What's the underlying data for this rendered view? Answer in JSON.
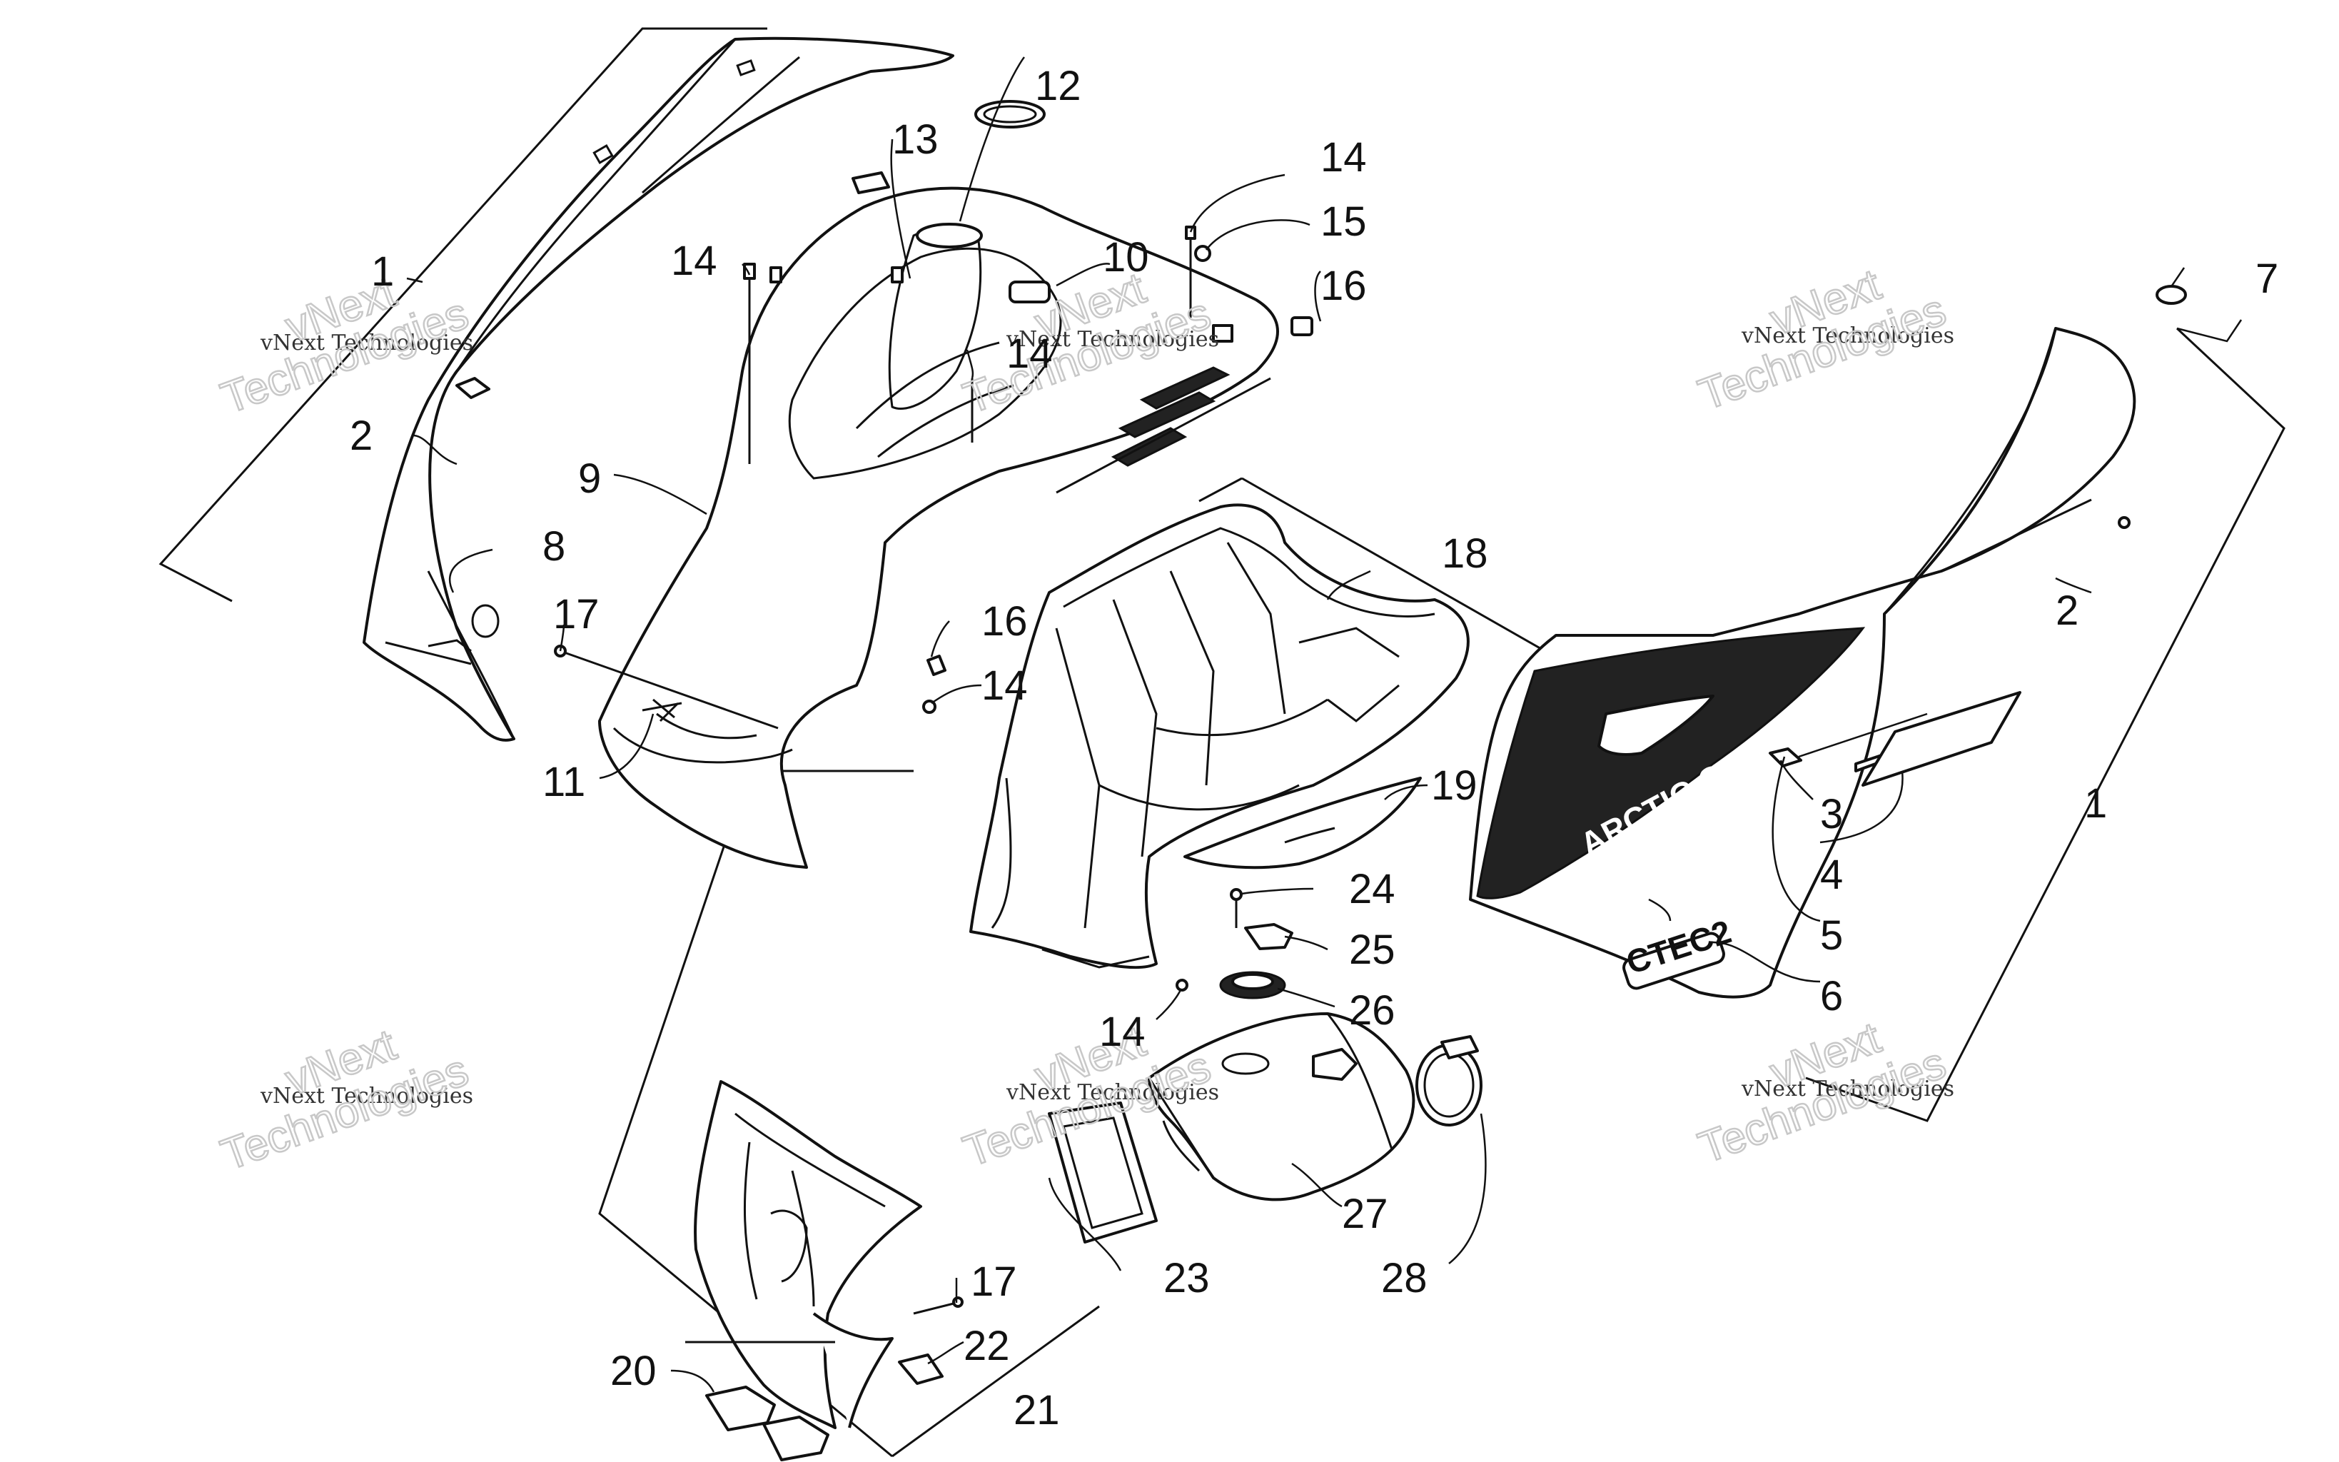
{
  "callouts": {
    "c1a": "1",
    "c1b": "1",
    "c2a": "2",
    "c2b": "2",
    "c3": "3",
    "c4": "4",
    "c5": "5",
    "c6": "6",
    "c7": "7",
    "c8": "8",
    "c9": "9",
    "c10": "10",
    "c11": "11",
    "c12": "12",
    "c13": "13",
    "c14a": "14",
    "c14b": "14",
    "c14c": "14",
    "c14d": "14",
    "c14e": "14",
    "c15": "15",
    "c16a": "16",
    "c16b": "16",
    "c17a": "17",
    "c17b": "17",
    "c18": "18",
    "c19": "19",
    "c20": "20",
    "c21": "21",
    "c22": "22",
    "c23": "23",
    "c24": "24",
    "c25": "25",
    "c26": "26",
    "c27": "27",
    "c28": "28"
  },
  "decals": {
    "brand": "ARCTIC CAT",
    "model": "CTEC2"
  },
  "watermarks": {
    "company": "vNext Technologies",
    "line1": "vNext",
    "line2": "Technologies"
  }
}
